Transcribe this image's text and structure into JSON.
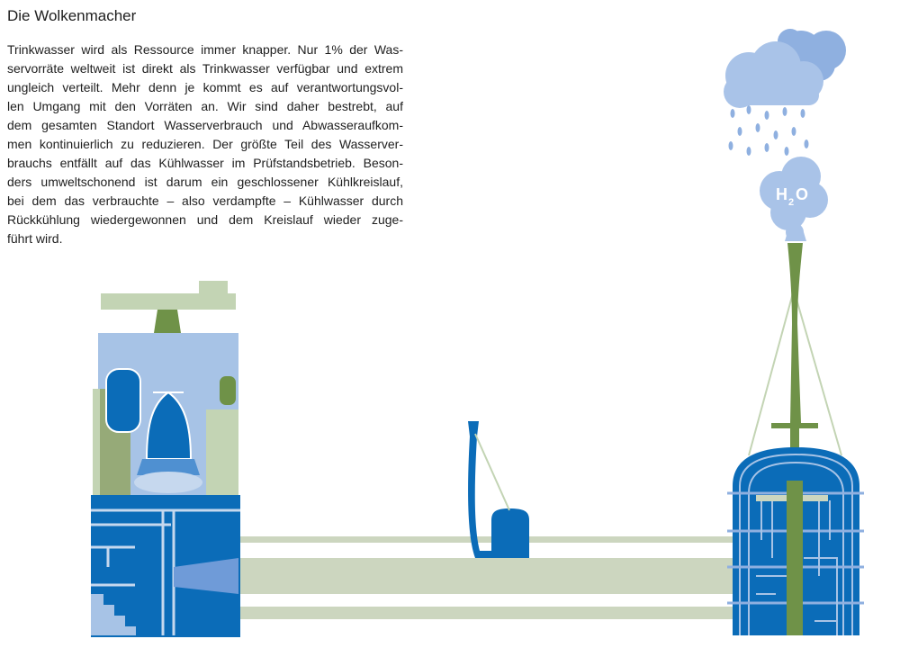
{
  "title": "Die Wolkenmacher",
  "paragraph_lines": [
    "Trinkwasser wird als Ressource immer knapper. Nur 1% der Was-",
    "servorräte weltweit ist direkt als Trinkwasser verfügbar und extrem",
    "ungleich verteilt. Mehr denn je kommt es auf verantwortungsvol-",
    "len Umgang mit den Vorräten an. Wir sind daher bestrebt, auf",
    "dem gesamten Standort Wasserverbrauch und Abwasseraufkom-",
    "men kontinuierlich zu reduzieren. Der größte Teil des Wasserver-",
    "brauchs entfällt auf das Kühlwasser im Prüfstandsbetrieb. Beson-",
    "ders umweltschonend ist darum ein geschlossener Kühlkreislauf,",
    "bei dem das verbrauchte – also verdampfte – Kühlwasser durch",
    "Rückkühlung wiedergewonnen und dem Kreislauf wieder zuge-",
    "führt wird."
  ],
  "vapor_label": {
    "h": "H",
    "sub": "2",
    "o": "O"
  },
  "colors": {
    "blue": "#0b6cb8",
    "light_blue": "#a7c3e6",
    "pale_blue": "#c6d8ee",
    "green": "#6f9248",
    "light_green": "#c3d4b4",
    "pipe": "#ccd6bf",
    "cloud": "#a9c3e8",
    "cloud_back": "#8fb0e0",
    "rain": "#8fb0e0"
  }
}
